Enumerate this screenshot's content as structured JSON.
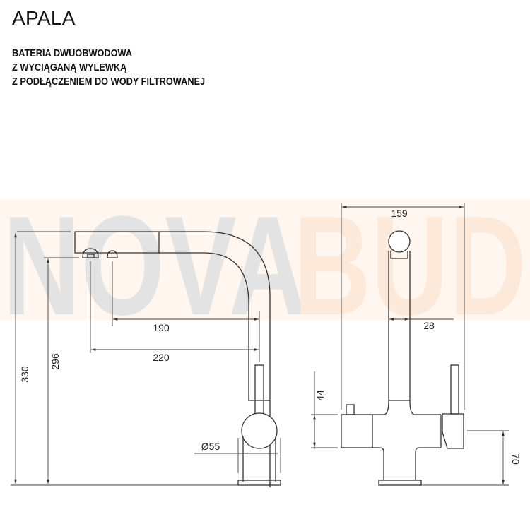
{
  "header": {
    "title": "APALA",
    "subtitle_lines": [
      "BATERIA DWUOBWODOWA",
      "Z WYCIĄGANĄ WYLEWKĄ",
      "Z PODŁĄCZENIEM DO WODY FILTROWANEJ"
    ]
  },
  "watermark": {
    "left_text": "NOVA",
    "right_text": "BUD",
    "left_color": "#e3e3e3",
    "right_color": "#fdeee2",
    "band_color": "#fff4ec"
  },
  "side_view": {
    "dimensions": {
      "total_height": "330",
      "spout_height": "296",
      "reach_190": "190",
      "reach_220": "220",
      "base_diameter": "Ø55"
    }
  },
  "front_view": {
    "dimensions": {
      "width": "159",
      "spout_width": "28",
      "body_height": "44",
      "lever_height": "70"
    }
  },
  "colors": {
    "line": "#333333",
    "dim_line": "#444444"
  }
}
